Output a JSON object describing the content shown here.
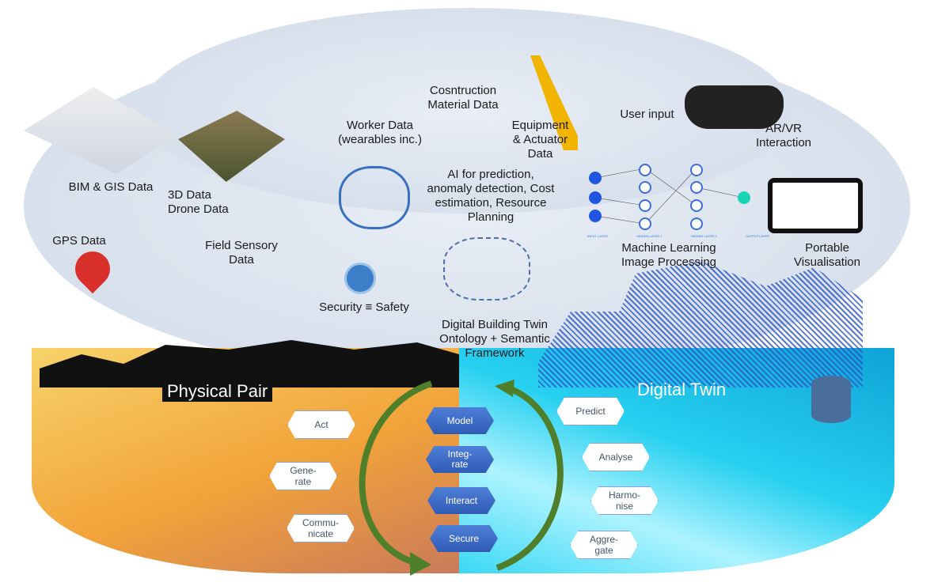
{
  "labels": {
    "bim": "BIM & GIS Data",
    "drone": "3D Data\nDrone Data",
    "worker": "Worker Data\n(wearables inc.)",
    "material": "Cosntruction\nMaterial Data",
    "equipment": "Equipment\n& Actuator\nData",
    "user": "User input",
    "arvr": "AR/VR\nInteraction",
    "ai": "AI for prediction,\nanomaly detection, Cost\nestimation, Resource\nPlanning",
    "ml": "Machine Learning\nImage Processing",
    "portable": "Portable\nVisualisation",
    "gps": "GPS Data",
    "field": "Field Sensory\nData",
    "security": "Security ≡ Safety",
    "dbt": "Digital Building Twin\nOntology + Semantic\nFramework"
  },
  "nn_layers": [
    "INPUT LAYER",
    "HIDDEN LAYER 1",
    "HIDDEN LAYER 2",
    "OUTPUT LAYER"
  ],
  "physical_title": "Physical Pair",
  "digital_title": "Digital Twin",
  "physical_actions": [
    "Act",
    "Gene-\nrate",
    "Commu-\nnicate"
  ],
  "core_actions": [
    "Model",
    "Integ-\nrate",
    "Interact",
    "Secure"
  ],
  "digital_actions": [
    "Predict",
    "Analyse",
    "Harmo-\nnise",
    "Aggre-\ngate"
  ],
  "colors": {
    "physical": "#f2a33a",
    "digital": "#27d0f0",
    "cycle": "#4f7f2a",
    "core": "#3566c4"
  }
}
